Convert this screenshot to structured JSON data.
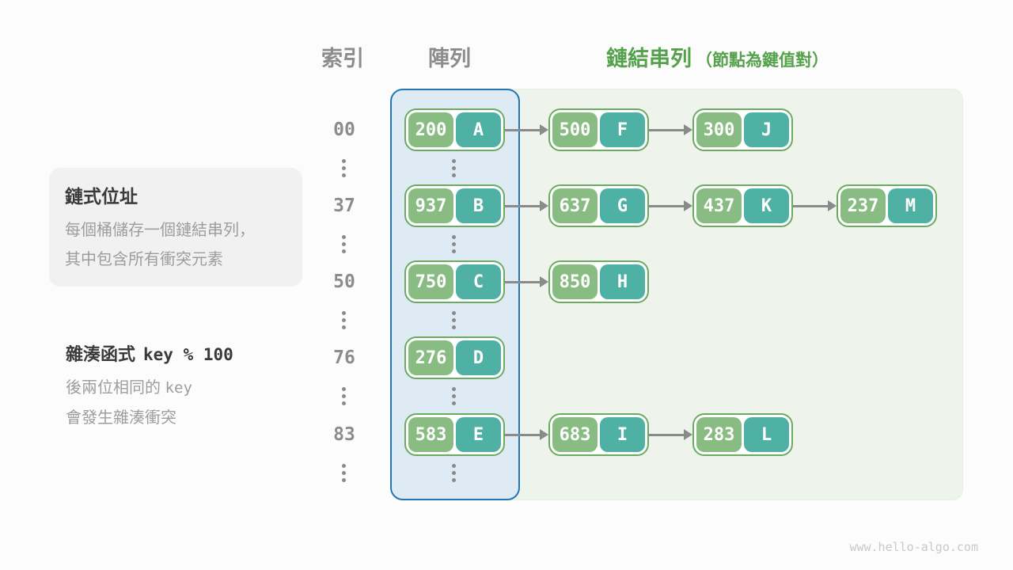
{
  "headers": {
    "index": "索引",
    "array": "陣列",
    "linked_list": "鏈結串列",
    "linked_list_note": "（節點為鍵值對）"
  },
  "callout": {
    "title": "鏈式位址",
    "line1": "每個桶儲存一個鏈結串列，",
    "line2": "其中包含所有衝突元素"
  },
  "hash_note": {
    "title_text": "雜湊函式",
    "title_code": "key % 100",
    "line1_text": "後兩位相同的",
    "line1_code": "key",
    "line2": "會發生雜湊衝突"
  },
  "rows": [
    {
      "index": "00",
      "bucket": {
        "key": "200",
        "value": "A"
      },
      "chain": [
        {
          "key": "500",
          "value": "F"
        },
        {
          "key": "300",
          "value": "J"
        }
      ]
    },
    {
      "index": "37",
      "bucket": {
        "key": "937",
        "value": "B"
      },
      "chain": [
        {
          "key": "637",
          "value": "G"
        },
        {
          "key": "437",
          "value": "K"
        },
        {
          "key": "237",
          "value": "M"
        }
      ]
    },
    {
      "index": "50",
      "bucket": {
        "key": "750",
        "value": "C"
      },
      "chain": [
        {
          "key": "850",
          "value": "H"
        }
      ]
    },
    {
      "index": "76",
      "bucket": {
        "key": "276",
        "value": "D"
      },
      "chain": []
    },
    {
      "index": "83",
      "bucket": {
        "key": "583",
        "value": "E"
      },
      "chain": [
        {
          "key": "683",
          "value": "I"
        },
        {
          "key": "283",
          "value": "L"
        }
      ]
    }
  ],
  "colors": {
    "key_cell_green": "#88bc82",
    "value_cell_teal": "#4fb1a4",
    "node_border_green": "#69ac60",
    "array_border_blue": "#2277b2",
    "array_fill_blue": "#deebf5",
    "list_fill_green": "#eef4ec",
    "heading_green": "#55a14c",
    "gray_text": "#8c8c8c",
    "arrow_gray": "#8a8a8a"
  },
  "watermark": "www.hello-algo.com"
}
